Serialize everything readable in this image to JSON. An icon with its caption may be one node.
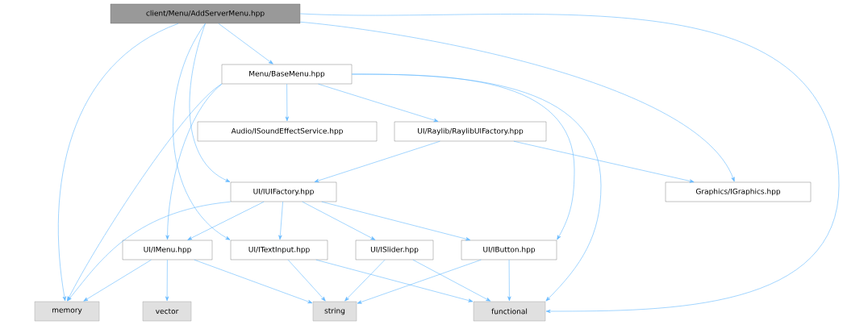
{
  "diagram": {
    "nodes": [
      {
        "text": [
          "client/Menu/AddServerMenu.hpp"
        ]
      },
      {
        "text": [
          "Menu/BaseMenu.hpp"
        ]
      },
      {
        "text": [
          "Audio/ISoundEffectService.hpp"
        ]
      },
      {
        "text": [
          "UI/Raylib/RaylibUIFactory.hpp"
        ]
      },
      {
        "text": [
          "UI/IUIFactory.hpp"
        ]
      },
      {
        "text": [
          "Graphics/IGraphics.hpp"
        ]
      },
      {
        "text": [
          "UI/IMenu.hpp"
        ]
      },
      {
        "text": [
          "UI/ITextInput.hpp"
        ]
      },
      {
        "text": [
          "UI/ISlider.hpp"
        ]
      },
      {
        "text": [
          "UI/IButton.hpp"
        ]
      },
      {
        "text": [
          "memory"
        ]
      },
      {
        "text": [
          "vector"
        ]
      },
      {
        "text": [
          "string"
        ]
      },
      {
        "text": [
          "functional"
        ]
      }
    ],
    "edges": [
      {
        "from": 0,
        "to": 10,
        "arrow": "to"
      },
      {
        "from": 0,
        "to": 4,
        "arrow": "to"
      },
      {
        "from": 0,
        "to": 7,
        "arrow": "to"
      },
      {
        "from": 0,
        "to": 1,
        "arrow": "to"
      },
      {
        "from": 0,
        "to": 5,
        "arrow": "to"
      },
      {
        "from": 0,
        "to": 13,
        "arrow": "to"
      },
      {
        "from": 1,
        "to": 10,
        "arrow": "to"
      },
      {
        "from": 1,
        "to": 2,
        "arrow": "to"
      },
      {
        "from": 1,
        "to": 3,
        "arrow": "to"
      },
      {
        "from": 1,
        "to": 6,
        "arrow": "to"
      },
      {
        "from": 1,
        "to": 9,
        "arrow": "to"
      },
      {
        "from": 1,
        "to": 13,
        "arrow": "to"
      },
      {
        "from": 3,
        "to": 4,
        "arrow": "to"
      },
      {
        "from": 3,
        "to": 5,
        "arrow": "to"
      },
      {
        "from": 4,
        "to": 10,
        "arrow": "to"
      },
      {
        "from": 4,
        "to": 6,
        "arrow": "to"
      },
      {
        "from": 4,
        "to": 7,
        "arrow": "to"
      },
      {
        "from": 4,
        "to": 8,
        "arrow": "to"
      },
      {
        "from": 4,
        "to": 9,
        "arrow": "to"
      },
      {
        "from": 6,
        "to": 10,
        "arrow": "to"
      },
      {
        "from": 6,
        "to": 11,
        "arrow": "to"
      },
      {
        "from": 6,
        "to": 12,
        "arrow": "to"
      },
      {
        "from": 7,
        "to": 12,
        "arrow": "to"
      },
      {
        "from": 7,
        "to": 13,
        "arrow": "to"
      },
      {
        "from": 8,
        "to": 12,
        "arrow": "to"
      },
      {
        "from": 8,
        "to": 13,
        "arrow": "to"
      },
      {
        "from": 9,
        "to": 12,
        "arrow": "to"
      },
      {
        "from": 9,
        "to": 13,
        "arrow": "to"
      }
    ]
  }
}
